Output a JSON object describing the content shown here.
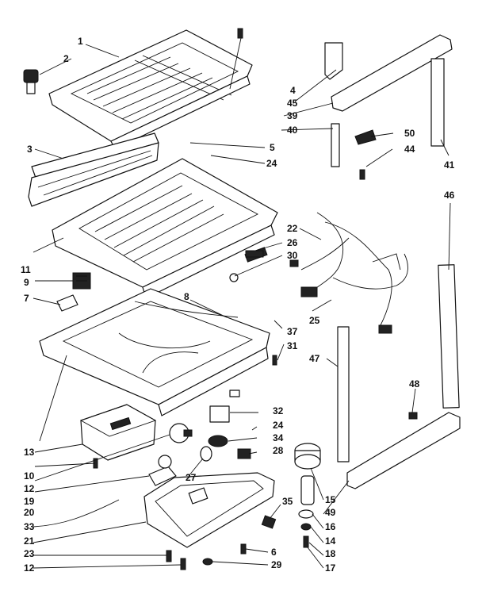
{
  "diagram": {
    "callouts": [
      {
        "id": "c1",
        "text": "1"
      },
      {
        "id": "c2",
        "text": "2"
      },
      {
        "id": "c3",
        "text": "3"
      },
      {
        "id": "c4",
        "text": "4"
      },
      {
        "id": "c45",
        "text": "45"
      },
      {
        "id": "c39",
        "text": "39"
      },
      {
        "id": "c40",
        "text": "40"
      },
      {
        "id": "c50",
        "text": "50"
      },
      {
        "id": "c44",
        "text": "44"
      },
      {
        "id": "c41",
        "text": "41"
      },
      {
        "id": "c5",
        "text": "5"
      },
      {
        "id": "c24a",
        "text": "24"
      },
      {
        "id": "c46",
        "text": "46"
      },
      {
        "id": "c22",
        "text": "22"
      },
      {
        "id": "c26",
        "text": "26"
      },
      {
        "id": "c30",
        "text": "30"
      },
      {
        "id": "c11",
        "text": "11"
      },
      {
        "id": "c9",
        "text": "9"
      },
      {
        "id": "c7",
        "text": "7"
      },
      {
        "id": "c8",
        "text": "8"
      },
      {
        "id": "c25",
        "text": "25"
      },
      {
        "id": "c37",
        "text": "37"
      },
      {
        "id": "c31",
        "text": "31"
      },
      {
        "id": "c47",
        "text": "47"
      },
      {
        "id": "c48",
        "text": "48"
      },
      {
        "id": "c13",
        "text": "13"
      },
      {
        "id": "c32",
        "text": "32"
      },
      {
        "id": "c24b",
        "text": "24"
      },
      {
        "id": "c34",
        "text": "34"
      },
      {
        "id": "c28",
        "text": "28"
      },
      {
        "id": "c10",
        "text": "10"
      },
      {
        "id": "c12a",
        "text": "12"
      },
      {
        "id": "c19",
        "text": "19"
      },
      {
        "id": "c27",
        "text": "27"
      },
      {
        "id": "c20",
        "text": "20"
      },
      {
        "id": "c15",
        "text": "15"
      },
      {
        "id": "c49",
        "text": "49"
      },
      {
        "id": "c35",
        "text": "35"
      },
      {
        "id": "c16",
        "text": "16"
      },
      {
        "id": "c33",
        "text": "33"
      },
      {
        "id": "c21",
        "text": "21"
      },
      {
        "id": "c14",
        "text": "14"
      },
      {
        "id": "c6",
        "text": "6"
      },
      {
        "id": "c18",
        "text": "18"
      },
      {
        "id": "c23",
        "text": "23"
      },
      {
        "id": "c29",
        "text": "29"
      },
      {
        "id": "c12b",
        "text": "12"
      },
      {
        "id": "c17",
        "text": "17"
      }
    ]
  }
}
